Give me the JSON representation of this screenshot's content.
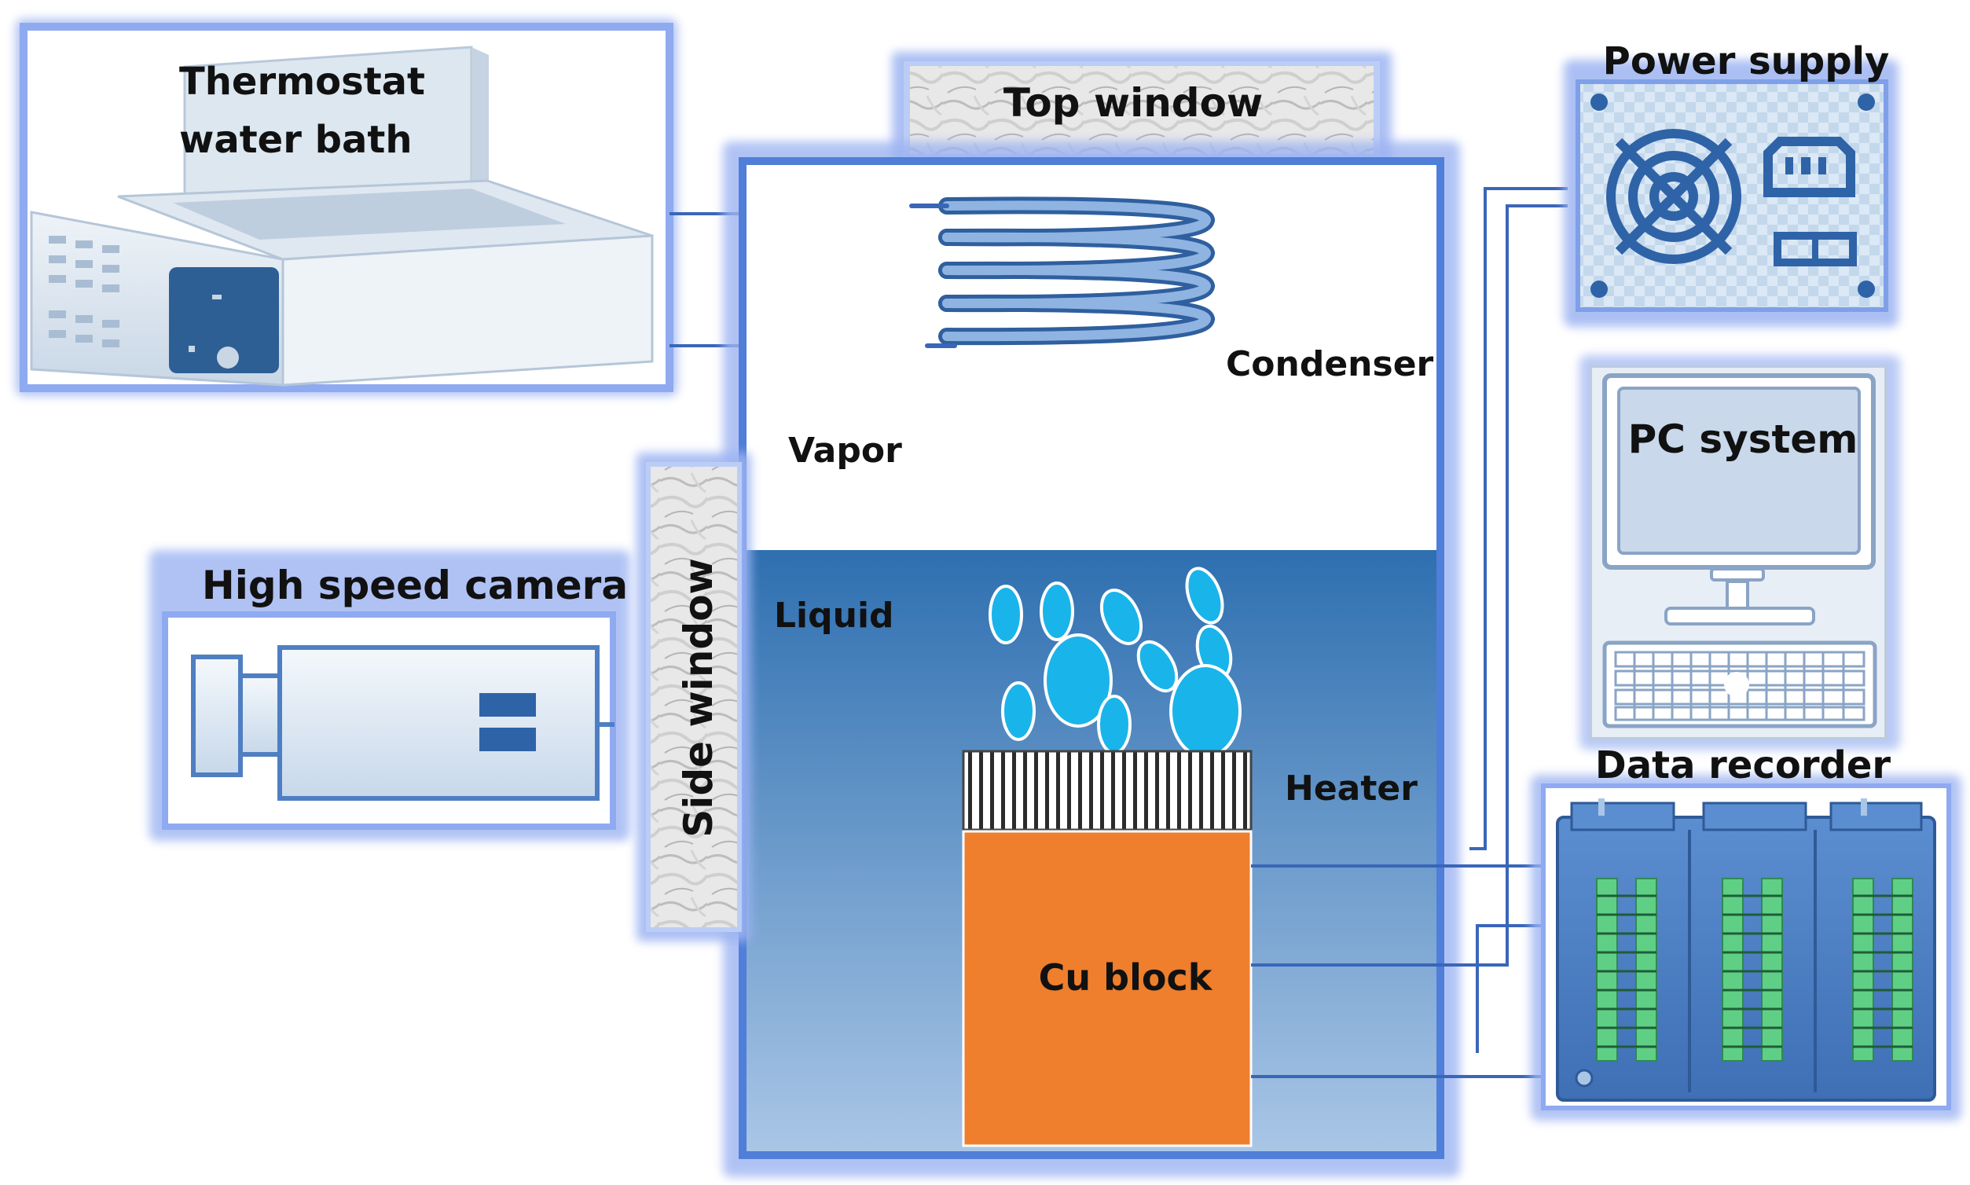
{
  "labels": {
    "thermostat_line1": "Thermostat",
    "thermostat_line2": "water bath",
    "top_window": "Top window",
    "power_supply": "Power supply",
    "condenser": "Condenser",
    "vapor": "Vapor",
    "pc_system": "PC system",
    "high_speed_camera": "High speed camera",
    "side_window": "Side window",
    "liquid": "Liquid",
    "heater": "Heater",
    "data_recorder": "Data recorder",
    "cu_block": "Cu block"
  },
  "colors": {
    "frame_glow": "#9db4f2",
    "frame_border": "#4f7fd8",
    "liquid_top": "#2e6fb0",
    "liquid_bottom": "#a9c6e6",
    "cu_block": "#ef7e2d",
    "bubble": "#19b4ea",
    "coil": "#4b82c4",
    "wire": "#3a66b8",
    "recorder_body": "#4a7fc6",
    "terminal": "#5fcf85"
  },
  "icons": {
    "thermostat": "water-bath-icon",
    "camera": "camera-icon",
    "power": "power-supply-icon",
    "pc": "pc-icon",
    "recorder": "data-recorder-icon"
  }
}
